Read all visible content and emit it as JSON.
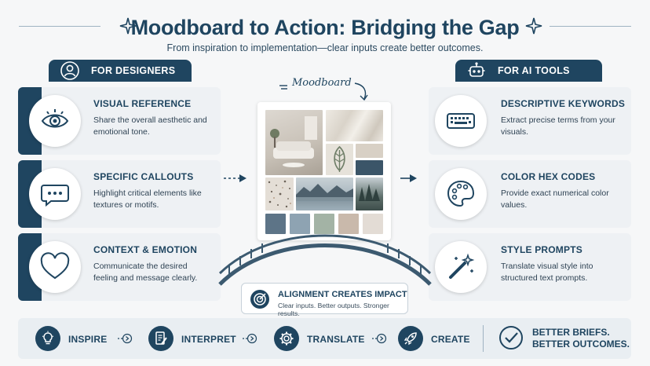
{
  "header": {
    "title": "Moodboard to Action: Bridging the Gap",
    "subtitle": "From inspiration to implementation—clear inputs create better outcomes."
  },
  "designers": {
    "heading": "FOR DESIGNERS",
    "heading_icon": "user-icon",
    "cards": [
      {
        "title": "VISUAL REFERENCE",
        "desc": "Share the overall aesthetic and emotional tone.",
        "icon": "eye-icon"
      },
      {
        "title": "SPECIFIC CALLOUTS",
        "desc": "Highlight critical elements like textures or motifs.",
        "icon": "speech-bubble-icon"
      },
      {
        "title": "CONTEXT & EMOTION",
        "desc": "Communicate the desired feeling and message clearly.",
        "icon": "heart-icon"
      }
    ]
  },
  "ai_tools": {
    "heading": "FOR AI TOOLS",
    "heading_icon": "robot-icon",
    "cards": [
      {
        "title": "DESCRIPTIVE KEYWORDS",
        "desc": "Extract precise terms from your visuals.",
        "icon": "keyboard-icon"
      },
      {
        "title": "COLOR HEX CODES",
        "desc": "Provide exact numerical color values.",
        "icon": "palette-icon"
      },
      {
        "title": "STYLE PROMPTS",
        "desc": "Translate visual style into structured text prompts.",
        "icon": "magic-wand-icon"
      }
    ]
  },
  "moodboard": {
    "label": "Moodboard",
    "swatches": [
      "#5d7487",
      "#8ea3b2",
      "#a3b3a5",
      "#c9b9ab",
      "#e3dcd5"
    ]
  },
  "alignment": {
    "title": "ALIGNMENT CREATES IMPACT",
    "subtitle": "Clear inputs. Better outputs. Stronger results.",
    "icon": "target-icon"
  },
  "process": {
    "steps": [
      {
        "label": "INSPIRE",
        "icon": "lightbulb-icon"
      },
      {
        "label": "INTERPRET",
        "icon": "document-edit-icon"
      },
      {
        "label": "TRANSLATE",
        "icon": "gear-icon"
      },
      {
        "label": "CREATE",
        "icon": "rocket-icon"
      }
    ],
    "tagline_line1": "BETTER BRIEFS.",
    "tagline_line2": "BETTER OUTCOMES.",
    "tagline_icon": "checkmark-icon"
  },
  "colors": {
    "navy": "#1f4560",
    "card_bg": "#eef1f4",
    "page_bg": "#f6f7f8"
  }
}
